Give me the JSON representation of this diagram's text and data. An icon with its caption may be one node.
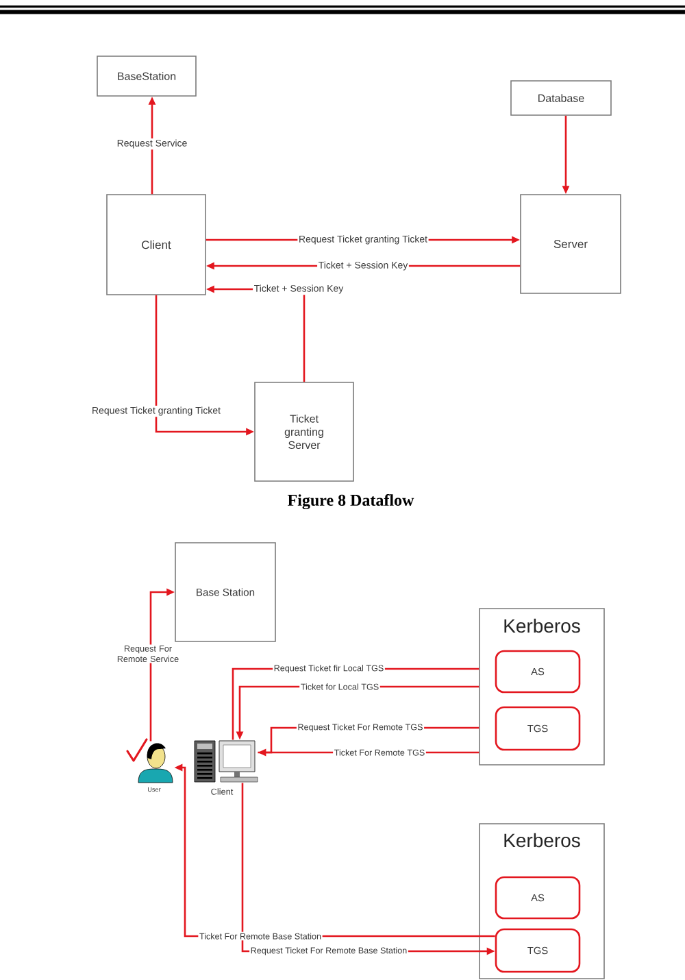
{
  "diagram": {
    "caption": "Figure 8 Dataflow",
    "nodes": [
      {
        "text": [
          "BaseStation"
        ]
      },
      {
        "text": [
          "Database"
        ]
      },
      {
        "text": [
          "Client"
        ]
      },
      {
        "text": [
          "Server"
        ]
      },
      {
        "text": [
          "Ticket granting Server"
        ]
      },
      {
        "text": [
          "Base Station"
        ]
      },
      {
        "text": [
          "Kerberos"
        ]
      },
      {
        "text": [
          "AS"
        ],
        "in": 6
      },
      {
        "text": [
          "TGS"
        ],
        "in": 6
      },
      {
        "text": [],
        "shape": "person",
        "beside": [
          "User"
        ]
      },
      {
        "text": [],
        "shape": "picture",
        "beside": [
          "Client"
        ]
      },
      {
        "text": [
          "Kerberos"
        ]
      },
      {
        "text": [
          "AS"
        ],
        "in": 11
      },
      {
        "text": [
          "TGS"
        ],
        "in": 11
      }
    ],
    "edges": [
      {
        "from": 2,
        "to": 0,
        "arrow": "to",
        "label": "Request Service"
      },
      {
        "from": 1,
        "to": 3,
        "arrow": "to"
      },
      {
        "from": 2,
        "to": 3,
        "arrow": "to",
        "label": "Request Ticket granting Ticket"
      },
      {
        "from": 3,
        "to": 2,
        "arrow": "to",
        "label": "Ticket + Session Key"
      },
      {
        "from": 4,
        "to": 2,
        "arrow": "to",
        "label": "Ticket + Session Key"
      },
      {
        "from": 2,
        "to": 4,
        "arrow": "to",
        "label": "Request Ticket granting Ticket"
      },
      {
        "from": 9,
        "to": 5,
        "arrow": "to",
        "label": "Request For Remote Service"
      },
      {
        "from": 10,
        "to": 6,
        "arrow": "none",
        "label": "Request Ticket fir Local TGS"
      },
      {
        "from": 6,
        "to": 10,
        "arrow": "to",
        "label": "Ticket for Local TGS"
      },
      {
        "from": 10,
        "to": 6,
        "arrow": "none",
        "label": "Request Ticket For Remote TGS"
      },
      {
        "from": 6,
        "to": 10,
        "arrow": "to",
        "label": "Ticket For Remote TGS"
      },
      {
        "from": 13,
        "to": 9,
        "arrow": "to",
        "label": "Ticket For Remote Base Station"
      },
      {
        "from": 10,
        "to": 13,
        "arrow": "to",
        "label": "Request Ticket For Remote Base Station"
      }
    ]
  }
}
